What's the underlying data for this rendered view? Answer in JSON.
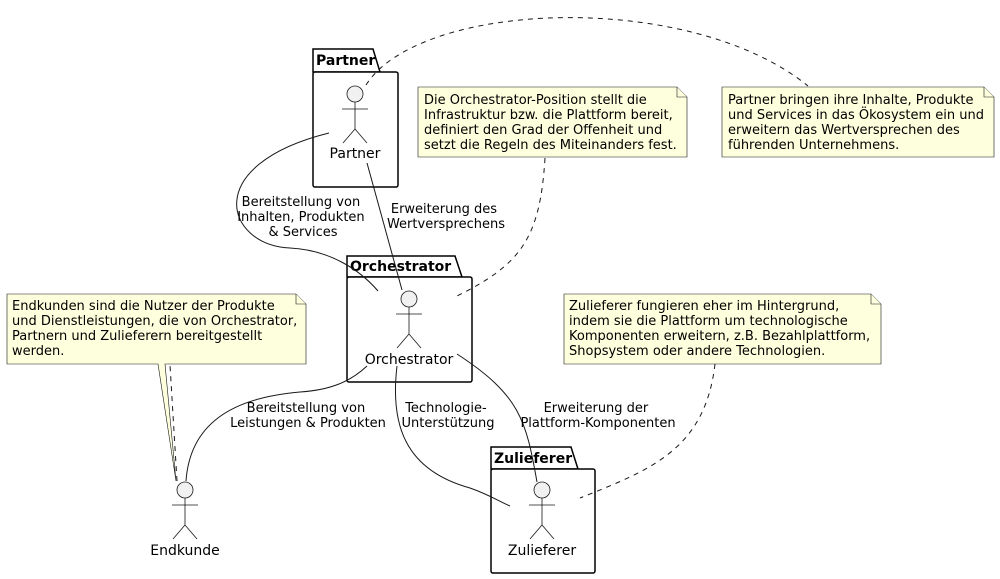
{
  "packages": {
    "partner": "Partner",
    "orchestrator": "Orchestrator",
    "zulieferer": "Zulieferer"
  },
  "actors": {
    "partner": "Partner",
    "orchestrator": "Orchestrator",
    "zulieferer": "Zulieferer",
    "endkunde": "Endkunde"
  },
  "edges": {
    "partner_orch_left": [
      "Bereitstellung von",
      "Inhalten, Produkten",
      "& Services"
    ],
    "partner_orch_right": [
      "Erweiterung des",
      "Wertversprechens"
    ],
    "orch_endkunde": [
      "Bereitstellung von",
      "Leistungen & Produkten"
    ],
    "orch_zulieferer_tech": [
      "Technologie-",
      "Unterstützung"
    ],
    "orch_zulieferer_platform": [
      "Erweiterung der",
      "Plattform-Komponenten"
    ]
  },
  "notes": {
    "orchestrator": [
      "Die Orchestrator-Position stellt die",
      "Infrastruktur bzw. die Plattform bereit,",
      "definiert den Grad der Offenheit und",
      "setzt die Regeln des Miteinanders fest."
    ],
    "partner": [
      "Partner bringen ihre Inhalte, Produkte",
      "und Services in das Ökosystem ein und",
      "erweitern das Wertversprechen des",
      "führenden Unternehmens."
    ],
    "endkunde": [
      "Endkunden sind die Nutzer der Produkte",
      "und Dienstleistungen, die von Orchestrator,",
      "Partnern und Zulieferern bereitgestellt",
      "werden."
    ],
    "zulieferer": [
      "Zulieferer fungieren eher im Hintergrund,",
      "indem sie die Plattform um technologische",
      "Komponenten erweitern, z.B. Bezahlplattform,",
      "Shopsystem oder andere Technologien."
    ]
  },
  "colors": {
    "note_fill": "#feffdd",
    "actor_fill": "#f1f1f1",
    "line": "#181818"
  }
}
